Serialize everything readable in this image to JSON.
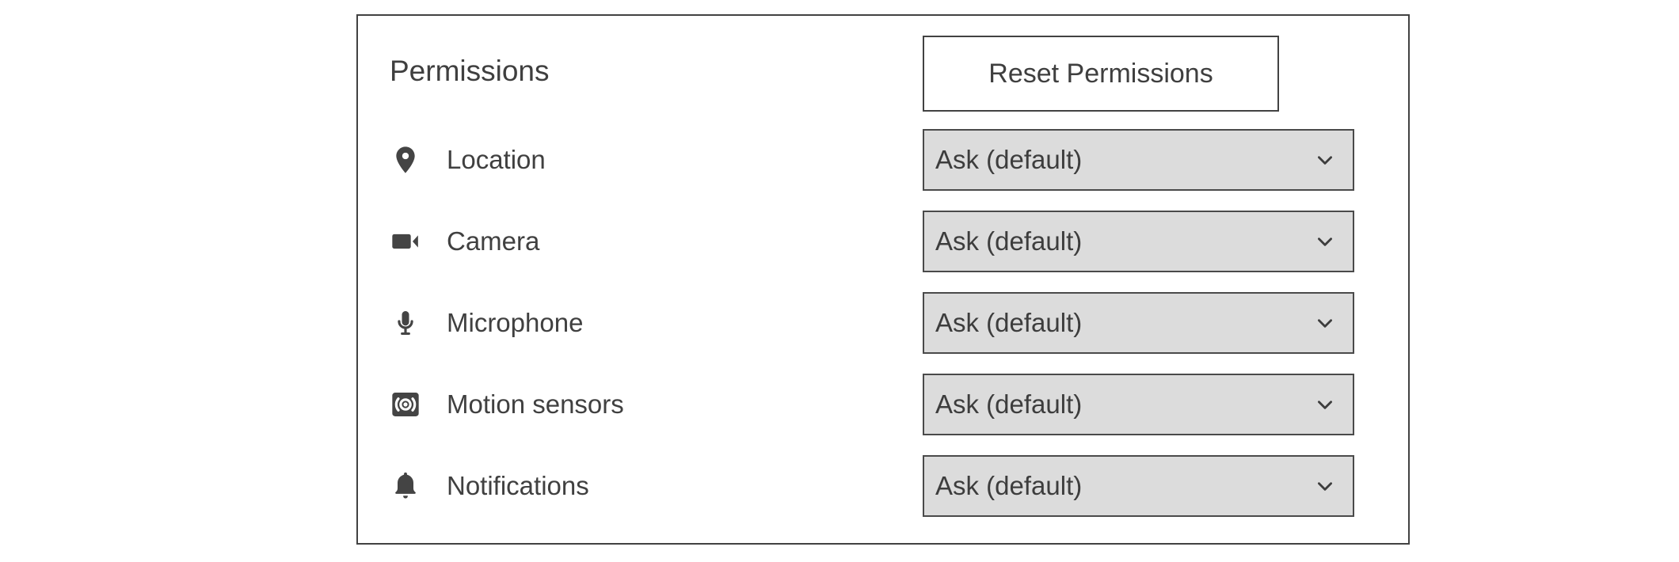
{
  "panel": {
    "title": "Permissions",
    "reset_button_label": "Reset Permissions",
    "colors": {
      "border": "#424242",
      "panel_background": "#ffffff",
      "text": "#3f3f3f",
      "select_background": "#dcdcdc",
      "select_border": "#4a4a4a",
      "icon": "#444444"
    }
  },
  "permissions": [
    {
      "icon": "location-pin-icon",
      "label": "Location",
      "value": "Ask (default)",
      "chevron": "chevron-down-icon"
    },
    {
      "icon": "video-camera-icon",
      "label": "Camera",
      "value": "Ask (default)",
      "chevron": "chevron-down-icon"
    },
    {
      "icon": "microphone-icon",
      "label": "Microphone",
      "value": "Ask (default)",
      "chevron": "chevron-down-icon"
    },
    {
      "icon": "motion-sensors-icon",
      "label": "Motion sensors",
      "value": "Ask (default)",
      "chevron": "chevron-down-icon"
    },
    {
      "icon": "bell-icon",
      "label": "Notifications",
      "value": "Ask (default)",
      "chevron": "chevron-down-icon"
    }
  ]
}
